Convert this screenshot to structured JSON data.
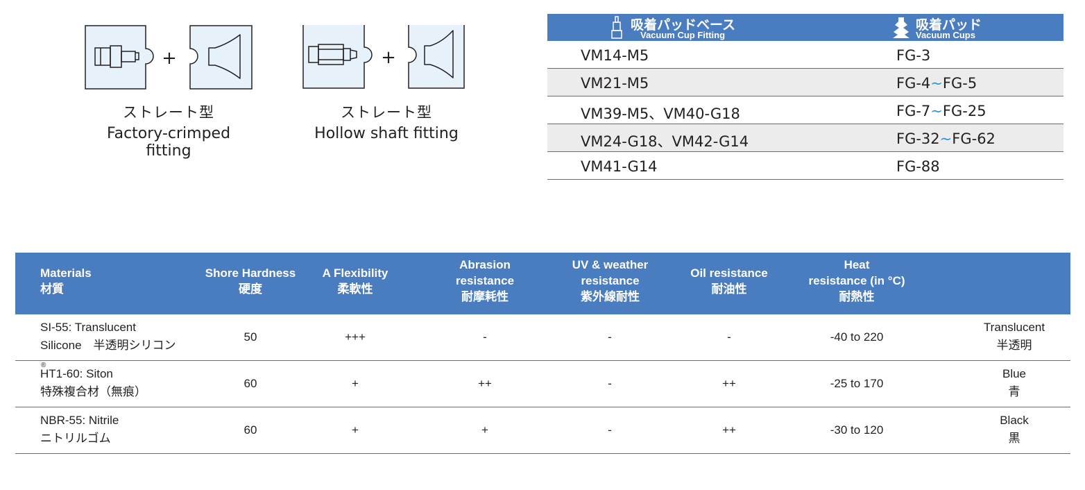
{
  "fittings": [
    {
      "label_jp": "ストレート型",
      "label_en": "Factory-crimped fitting"
    },
    {
      "label_jp": "ストレート型",
      "label_en": "Hollow shaft fitting"
    }
  ],
  "plus_sign": "+",
  "compat_table": {
    "header_base_jp": "吸着パッドベース",
    "header_base_en": "Vacuum Cup  Fitting",
    "header_cup_jp": "吸着パッド",
    "header_cup_en": "Vacuum Cups",
    "rows": [
      {
        "base": "VM14-M5",
        "cup_a": "FG-3",
        "tilde": "",
        "cup_b": ""
      },
      {
        "base": "VM21-M5",
        "cup_a": "FG-4",
        "tilde": "~",
        "cup_b": "FG-5"
      },
      {
        "base": "VM39-M5、VM40-G18",
        "cup_a": "FG-7",
        "tilde": "~",
        "cup_b": "FG-25"
      },
      {
        "base": "VM24-G18、VM42-G14",
        "cup_a": "FG-32",
        "tilde": "~",
        "cup_b": "FG-62"
      },
      {
        "base": "VM41-G14",
        "cup_a": "FG-88",
        "tilde": "",
        "cup_b": ""
      }
    ]
  },
  "materials_table": {
    "headers": {
      "materials": [
        "Materials",
        "材質"
      ],
      "hardness": [
        "Shore Hardness",
        "硬度"
      ],
      "flexibility": [
        "A Flexibility",
        "柔軟性"
      ],
      "abrasion": [
        "Abrasion",
        "resistance",
        "耐摩耗性"
      ],
      "uv": [
        "UV & weather",
        "resistance",
        "紫外線耐性"
      ],
      "oil": [
        "Oil resistance",
        "耐油性"
      ],
      "heat": [
        "Heat",
        "resistance (in °C)",
        "耐熱性"
      ]
    },
    "rows": [
      {
        "mark": "",
        "name_en": "SI-55:  Translucent",
        "name_jp": "Silicone　半透明シリコン",
        "hardness": "50",
        "flexibility": "+++",
        "abrasion": "-",
        "uv": "-",
        "oil": "-",
        "heat": "-40 to 220",
        "color_en": "Translucent",
        "color_jp": "半透明"
      },
      {
        "mark": "®",
        "name_en": "HT1-60: Siton",
        "name_jp": "特殊複合材（無痕）",
        "hardness": "60",
        "flexibility": "+",
        "abrasion": "++",
        "uv": "-",
        "oil": "++",
        "heat": "-25 to 170",
        "color_en": "Blue",
        "color_jp": "青"
      },
      {
        "mark": "",
        "name_en": "NBR-55: Nitrile",
        "name_jp": "ニトリルゴム",
        "hardness": "60",
        "flexibility": "+",
        "abrasion": "+",
        "uv": "-",
        "oil": "++",
        "heat": "-30 to 120",
        "color_en": "Black",
        "color_jp": "黒"
      }
    ]
  },
  "colors": {
    "header_blue": "#4a7dc0",
    "tile_fill": "#e6f1fa",
    "tilde_blue": "#2a95d6",
    "row_shade": "#ececec"
  }
}
